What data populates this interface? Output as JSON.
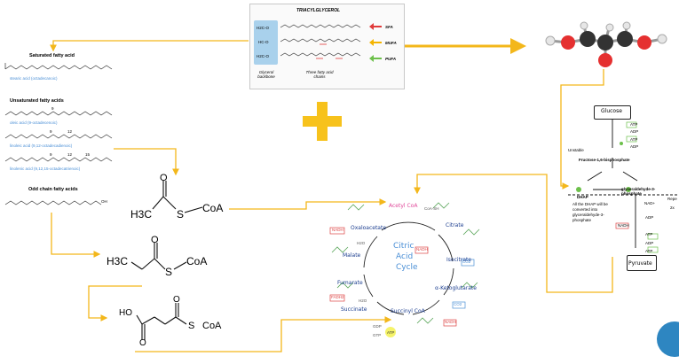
{
  "tag": {
    "title": "TRIACYLGLYCEROL",
    "rows": [
      "H2C-O",
      "HC-O",
      "H2C-O"
    ],
    "glycerol_label": "Glycerol backbone",
    "chains_label": "Three fatty acid chains",
    "legend": [
      {
        "label": "SFA",
        "color": "#e03a3a"
      },
      {
        "label": "MUFA",
        "color": "#f4b400"
      },
      {
        "label": "PUFA",
        "color": "#6cc04a"
      }
    ],
    "box_color": "#a9d1ec"
  },
  "fatty_acids": {
    "saturated_heading": "Saturated fatty acid",
    "saturated_name": "stearic acid (octadecanoic)",
    "unsaturated_heading": "Unsaturated fatty acids",
    "unsat": [
      {
        "name": "oleic acid (9-octadecenoic)",
        "marks": [
          "9"
        ]
      },
      {
        "name": "linoleic acid (9,12-octadecadienoic)",
        "marks": [
          "9",
          "12"
        ]
      },
      {
        "name": "linolenic acid (9,12,15-octadecatrienoic)",
        "marks": [
          "9",
          "12",
          "15"
        ]
      }
    ],
    "odd_heading": "Odd chain fatty acids",
    "odd_terminal": "OH"
  },
  "acyl": {
    "acetyl": {
      "left": "H3C",
      "right": "S",
      "coa": "CoA"
    },
    "propionyl": {
      "left": "H3C",
      "right": "S",
      "coa": "CoA"
    },
    "succinyl": {
      "left": "HO",
      "right": "S",
      "coa": "CoA"
    }
  },
  "cycle": {
    "center": [
      "Citric",
      "Acid",
      "Cycle"
    ],
    "nodes": [
      "Acetyl CoA",
      "Citrate",
      "Isocitrate",
      "α-Ketoglutarate",
      "Succinyl CoA",
      "Succinate",
      "Fumarate",
      "Malate",
      "Oxaloacetate"
    ],
    "side_labels": [
      "NADH",
      "CO2",
      "NADH",
      "CO2",
      "ATP",
      "FADH2",
      "NADH"
    ],
    "extra_labels": [
      "CoA-SH",
      "H2O",
      "H2O",
      "GDP",
      "GTP"
    ]
  },
  "glycolysis": {
    "top": "Glucose",
    "atp1": "ATP",
    "adp1": "ADP",
    "atp2": "ATP",
    "adp2": "ADP",
    "fbp": "Fructose-1,6-bisphosphate",
    "unstable": "Unstable",
    "dhap": "DHAP",
    "g3p": "glyceraldehyde-3-phosphate",
    "note": "All the DHAP will be converted into glyceraldehyde-3-phosphate",
    "nad": "NAD+",
    "nadh": "NADH",
    "adp3": "ADP",
    "atp3": "ATP",
    "adp4": "ADP",
    "atp4": "ATP",
    "bottom": "Pyruvate",
    "edge_repeat": "Repe",
    "edge_2x": "2x"
  },
  "colors": {
    "arrow": "#f3b71b",
    "plus": "#f7c21c"
  }
}
